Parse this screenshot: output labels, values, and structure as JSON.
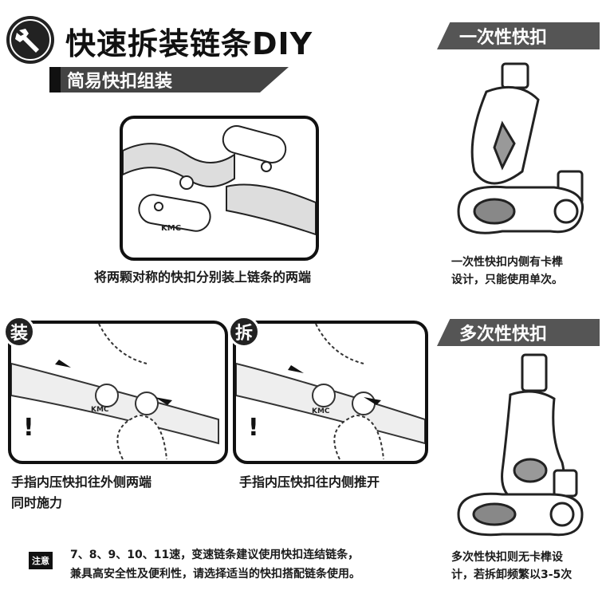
{
  "header": {
    "title": "快速拆装链条DIY",
    "icon": "wrench-icon"
  },
  "section_banner": "简易快扣组装",
  "one_time": {
    "banner": "一次性快扣",
    "caption": [
      "一次性快扣内侧有卡榫",
      "设计，只能使用单次。"
    ]
  },
  "multi_time": {
    "banner": "多次性快扣",
    "caption": [
      "多次性快扣则无卡榫设",
      "计，若拆卸频繁以3-5次"
    ]
  },
  "main_panel": {
    "caption": "将两颗对称的快扣分别装上链条的两端",
    "link_label": "KMC"
  },
  "install_panel": {
    "badge": "装",
    "label": "KMC",
    "caption": [
      "手指内压快扣往外侧两端",
      "同时施力"
    ]
  },
  "remove_panel": {
    "badge": "拆",
    "label": "KMC",
    "caption": [
      "手指内压快扣往内侧推开"
    ]
  },
  "note": {
    "badge": "注意",
    "lines": [
      "7、8、9、10、11速，变速链条建议使用快扣连结链条，",
      "兼具高安全性及便利性，请选择适当的快扣搭配链条使用。"
    ]
  }
}
